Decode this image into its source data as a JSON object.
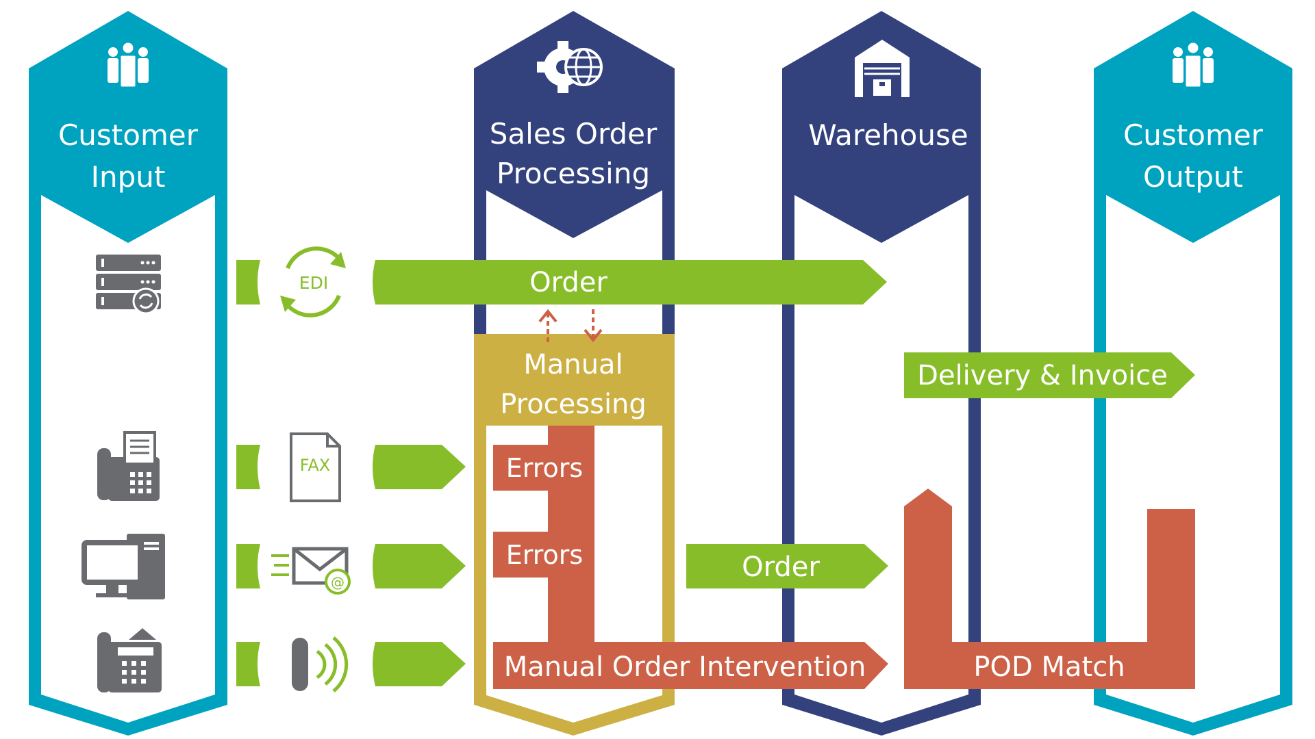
{
  "colors": {
    "teal": "#00a3bf",
    "navy": "#33427c",
    "gold": "#cdb043",
    "green": "#88bd2a",
    "red": "#cc6148",
    "gray": "#6a6b6f",
    "white": "#ffffff"
  },
  "columns": {
    "customer_input": {
      "line1": "Customer",
      "line2": "Input",
      "icon": "people-icon"
    },
    "sales_order": {
      "line1": "Sales Order",
      "line2": "Processing",
      "icon": "gear-globe-icon"
    },
    "warehouse": {
      "line1": "Warehouse",
      "icon": "warehouse-icon"
    },
    "customer_output": {
      "line1": "Customer",
      "line2": "Output",
      "icon": "people-icon"
    }
  },
  "channels": {
    "edi": {
      "badge": "EDI",
      "icon": "server-sync-icon"
    },
    "fax": {
      "badge": "FAX",
      "icon": "fax-machine-icon"
    },
    "email": {
      "icon": "computer-icon",
      "badge_icon": "email-at-icon"
    },
    "phone": {
      "icon": "phone-icon",
      "badge_icon": "voice-signal-icon"
    }
  },
  "flows": {
    "order_top": "Order",
    "manual_processing_line1": "Manual",
    "manual_processing_line2": "Processing",
    "delivery_invoice": "Delivery & Invoice",
    "errors_1": "Errors",
    "errors_2": "Errors",
    "order_bottom": "Order",
    "manual_order_intervention": "Manual Order Intervention",
    "pod_match": "POD Match"
  }
}
